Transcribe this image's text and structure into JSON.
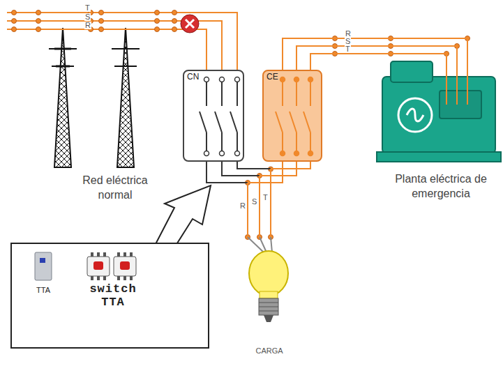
{
  "diagram": {
    "nodes": [
      {
        "text": [
          "CN"
        ]
      },
      {
        "text": [
          "CE"
        ]
      },
      {
        "text": [
          "TTA",
          "switch TTA"
        ]
      }
    ],
    "labels": [
      "T",
      "S",
      "R",
      "R",
      "S",
      "T",
      "Red eléctrica normal",
      "Planta eléctrica de emergencia",
      "R",
      "S",
      "T",
      "CARGA"
    ]
  }
}
